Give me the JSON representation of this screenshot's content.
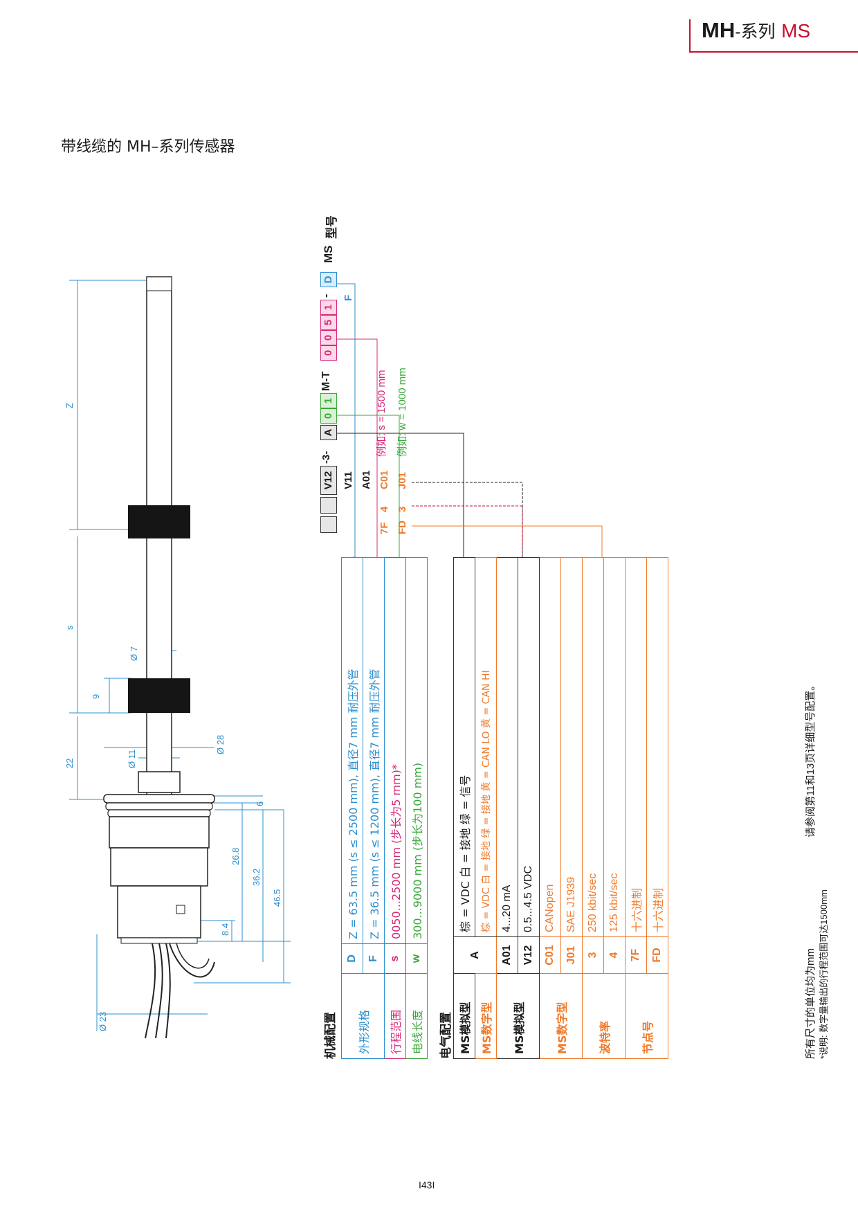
{
  "header": {
    "mh": "MH",
    "series": "-系列",
    "ms": "MS"
  },
  "title": "带线缆的 MH–系列传感器",
  "dims": {
    "z": "Z",
    "s": "s",
    "d7": "Ø 7",
    "d9": "9",
    "d22": "22",
    "d11": "Ø 11",
    "d28": "Ø 28",
    "d6": "6",
    "d268": "26.8",
    "d362": "36.2",
    "d465": "46.5",
    "d84": "8.4",
    "d23": "Ø 23"
  },
  "model": {
    "label": "型号",
    "prefix": "MS",
    "codes": [
      "D",
      "-",
      "1",
      "5",
      "0",
      "0",
      "M-T",
      "1",
      "0",
      "A",
      "-3-",
      "V12"
    ],
    "f_option": "F",
    "out_options": [
      "V11",
      "A01",
      "C01",
      "J01"
    ],
    "node_col1": [
      "4",
      "3"
    ],
    "node_col2": [
      "7F",
      "FD"
    ],
    "example_s": "例如: s = 1500 mm",
    "example_w": "例如: w = 1000 mm"
  },
  "mech": {
    "heading": "机械配置",
    "rows": [
      {
        "label": "外形规格",
        "code": "D",
        "text": "Z = 63.5 mm (s ≤ 2500 mm), 直径7 mm 耐压外管",
        "color": "#2d8fcf"
      },
      {
        "label": "",
        "code": "F",
        "text": "Z = 36.5 mm (s ≤ 1200 mm), 直径7 mm 耐压外管",
        "color": "#2d8fcf"
      },
      {
        "label": "行程范围",
        "code": "s",
        "text": "0050...2500 mm (步长为5 mm)*",
        "color": "#d6287a"
      },
      {
        "label": "电线长度",
        "code": "w",
        "text": "300...9000 mm (步长为100 mm)",
        "color": "#3aa83a"
      }
    ]
  },
  "elec": {
    "heading": "电气配置",
    "rows": [
      {
        "label": "MS模拟型",
        "code": "A",
        "text": "棕 = VDC    白 = 接地    绿 = 信号",
        "color": "#1a1a1a"
      },
      {
        "label": "MS数字型",
        "code": "",
        "text": "棕 = VDC    白 = 接地    绿 = 接地    黄 = CAN LO    黄 = CAN HI",
        "color": "#f07a2a"
      },
      {
        "label": "MS模拟型",
        "code": "A01",
        "text": "4...20 mA",
        "color": "#1a1a1a"
      },
      {
        "label": "",
        "code": "V12",
        "text": "0.5...4.5 VDC",
        "color": "#1a1a1a"
      },
      {
        "label": "MS数字型",
        "code": "C01",
        "text": "CANopen",
        "color": "#f07a2a"
      },
      {
        "label": "",
        "code": "J01",
        "text": "SAE J1939",
        "color": "#f07a2a"
      },
      {
        "label": "波特率",
        "code": "3",
        "text": "250 kbit/sec",
        "color": "#f07a2a"
      },
      {
        "label": "",
        "code": "4",
        "text": "125 kbit/sec",
        "color": "#f07a2a"
      },
      {
        "label": "节点号",
        "code": "7F",
        "text": "十六进制",
        "color": "#f07a2a"
      },
      {
        "label": "",
        "code": "FD",
        "text": "十六进制",
        "color": "#f07a2a"
      }
    ]
  },
  "footer": {
    "note1": "所有尺寸的单位均为mm",
    "note2": "请参阅第11和13页详细型号配置。",
    "note3": "*说明: 数字量输出的行程范围可达1500mm"
  },
  "page_number": "I43I"
}
